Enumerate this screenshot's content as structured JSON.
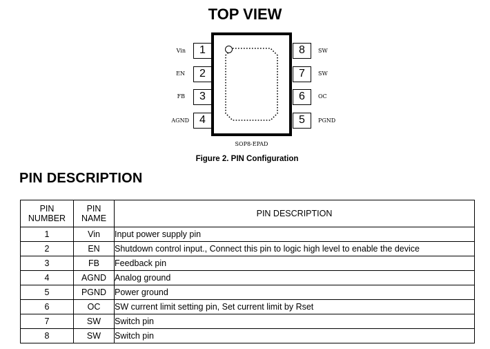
{
  "diagram": {
    "title": "TOP VIEW",
    "package": "SOP8-EPAD",
    "caption": "Figure 2.  PIN Configuration",
    "left_pins": [
      {
        "num": "1",
        "label": "Vin"
      },
      {
        "num": "2",
        "label": "EN"
      },
      {
        "num": "3",
        "label": "FB"
      },
      {
        "num": "4",
        "label": "AGND"
      }
    ],
    "right_pins": [
      {
        "num": "8",
        "label": "SW"
      },
      {
        "num": "7",
        "label": "SW"
      },
      {
        "num": "6",
        "label": "OC"
      },
      {
        "num": "5",
        "label": "PGND"
      }
    ]
  },
  "pin_description": {
    "title": "PIN DESCRIPTION",
    "headers": {
      "number_line1": "PIN",
      "number_line2": "NUMBER",
      "name_line1": "PIN",
      "name_line2": "NAME",
      "description": "PIN DESCRIPTION"
    },
    "rows": [
      {
        "num": "1",
        "name": "Vin",
        "desc": "Input  power  supply pin"
      },
      {
        "num": "2",
        "name": "EN",
        "desc": "Shutdown control input., Connect this pin to logic high level to enable the device"
      },
      {
        "num": "3",
        "name": "FB",
        "desc": "Feedback pin"
      },
      {
        "num": "4",
        "name": "AGND",
        "desc": "Analog ground"
      },
      {
        "num": "5",
        "name": "PGND",
        "desc": "Power ground"
      },
      {
        "num": "6",
        "name": "OC",
        "desc": "SW current limit setting pin, Set current limit by Rset"
      },
      {
        "num": "7",
        "name": "SW",
        "desc": "Switch pin"
      },
      {
        "num": "8",
        "name": "SW",
        "desc": "Switch pin"
      }
    ]
  }
}
